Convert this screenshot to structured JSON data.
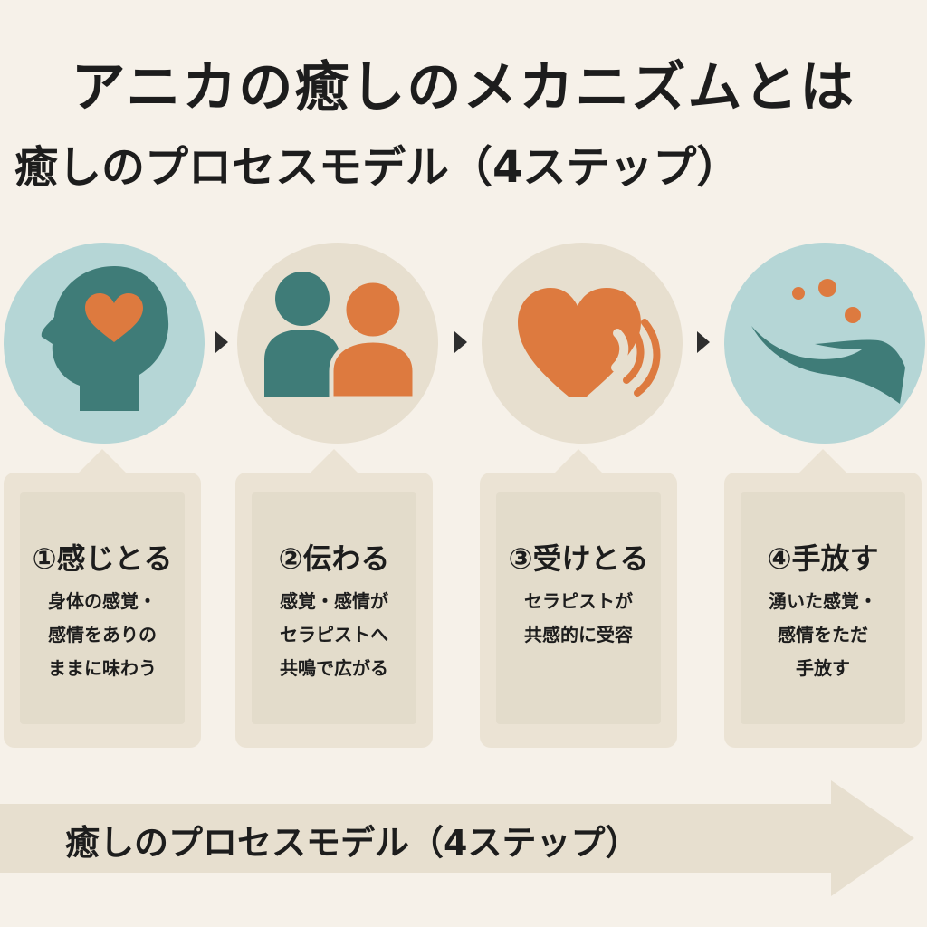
{
  "header": {
    "title": "アニカの癒しのメカニズムとは",
    "subtitle": "癒しのプロセスモデル（4ステップ）"
  },
  "colors": {
    "teal": "#3f7c78",
    "orange": "#dd7a3f",
    "light_teal": "#b5d6d6",
    "beige": "#e7dfcf",
    "background": "#f6f1e9"
  },
  "steps": [
    {
      "icon": "head-heart-icon",
      "title": "①感じとる",
      "desc": "身体の感覚・\n感情をありの\nままに味わう"
    },
    {
      "icon": "two-people-icon",
      "title": "②伝わる",
      "desc": "感覚・感情が\nセラピストへ\n共鳴で広がる"
    },
    {
      "icon": "heart-receive-icon",
      "title": "③受けとる",
      "desc": "セラピストが\n共感的に受容"
    },
    {
      "icon": "open-hand-icon",
      "title": "④手放す",
      "desc": "湧いた感覚・\n感情をただ\n手放す"
    }
  ],
  "footer": {
    "label": "癒しのプロセスモデル（4ステップ）"
  }
}
